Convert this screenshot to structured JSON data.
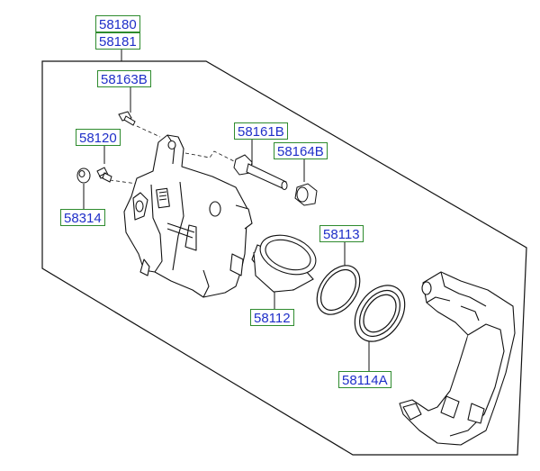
{
  "labels": {
    "assy_left": "58180",
    "assy_right": "58181",
    "guide_bolt": "58163B",
    "bleeder_screw": "58120",
    "bleeder_cap": "58314",
    "guide_rod": "58161B",
    "rod_boot": "58164B",
    "piston_seal": "58113",
    "piston": "58112",
    "piston_boot": "58114A"
  },
  "colors": {
    "label_border": "#2e8b2e",
    "label_text": "#1f2fc8",
    "line": "#111111"
  }
}
